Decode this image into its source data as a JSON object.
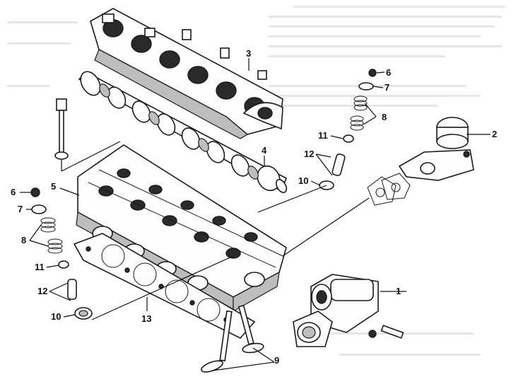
{
  "diagram": {
    "callouts": [
      {
        "id": "c1",
        "label": "1"
      },
      {
        "id": "c2",
        "label": "2"
      },
      {
        "id": "c3",
        "label": "3"
      },
      {
        "id": "c4",
        "label": "4"
      },
      {
        "id": "c5",
        "label": "5"
      },
      {
        "id": "c6-right",
        "label": "6"
      },
      {
        "id": "c7-right",
        "label": "7"
      },
      {
        "id": "c8-right",
        "label": "8"
      },
      {
        "id": "c11-right",
        "label": "11"
      },
      {
        "id": "c12-right",
        "label": "12"
      },
      {
        "id": "c10-right",
        "label": "10"
      },
      {
        "id": "c6-left",
        "label": "6"
      },
      {
        "id": "c7-left",
        "label": "7"
      },
      {
        "id": "c8-left",
        "label": "8"
      },
      {
        "id": "c11-left",
        "label": "11"
      },
      {
        "id": "c12-left",
        "label": "12"
      },
      {
        "id": "c10-left",
        "label": "10"
      },
      {
        "id": "c13",
        "label": "13"
      },
      {
        "id": "c9",
        "label": "9"
      }
    ]
  }
}
